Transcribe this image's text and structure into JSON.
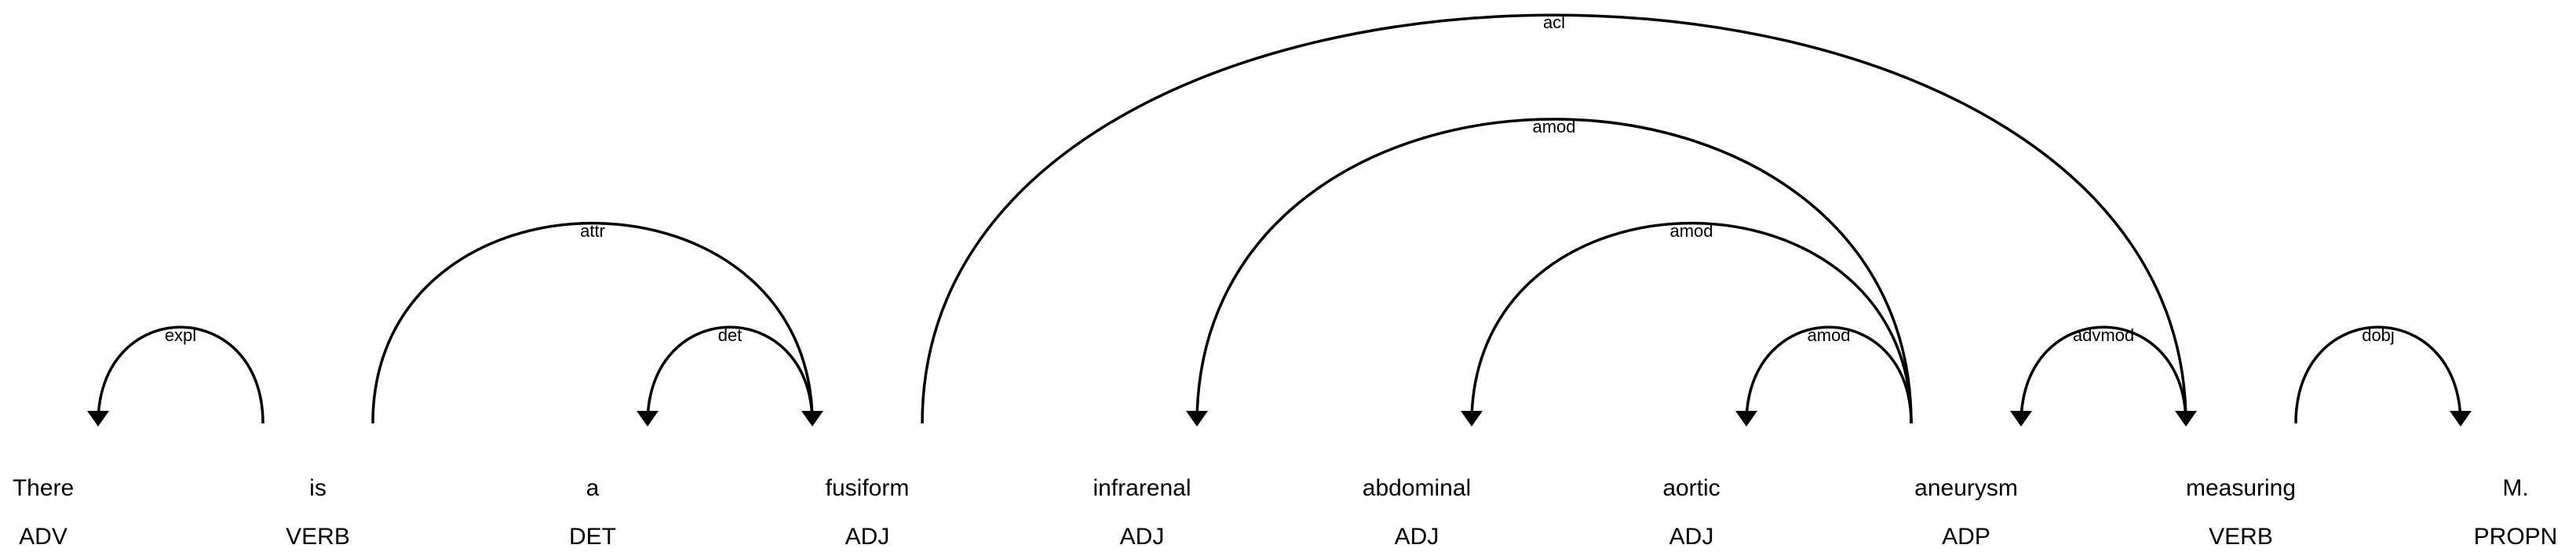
{
  "tokens": [
    {
      "text": "There",
      "tag": "ADV"
    },
    {
      "text": "is",
      "tag": "VERB"
    },
    {
      "text": "a",
      "tag": "DET"
    },
    {
      "text": "fusiform",
      "tag": "ADJ"
    },
    {
      "text": "infrarenal",
      "tag": "ADJ"
    },
    {
      "text": "abdominal",
      "tag": "ADJ"
    },
    {
      "text": "aortic",
      "tag": "ADJ"
    },
    {
      "text": "aneurysm",
      "tag": "ADP"
    },
    {
      "text": "measuring",
      "tag": "VERB"
    },
    {
      "text": "M.",
      "tag": "PROPN"
    }
  ],
  "arcs": [
    {
      "start": 0,
      "end": 1,
      "label": "expl",
      "dir": "left"
    },
    {
      "start": 1,
      "end": 3,
      "label": "attr",
      "dir": "right"
    },
    {
      "start": 2,
      "end": 3,
      "label": "det",
      "dir": "left"
    },
    {
      "start": 3,
      "end": 8,
      "label": "acl",
      "dir": "right"
    },
    {
      "start": 4,
      "end": 7,
      "label": "amod",
      "dir": "left"
    },
    {
      "start": 5,
      "end": 7,
      "label": "amod",
      "dir": "left"
    },
    {
      "start": 6,
      "end": 7,
      "label": "amod",
      "dir": "left"
    },
    {
      "start": 7,
      "end": 8,
      "label": "advmod",
      "dir": "left"
    },
    {
      "start": 8,
      "end": 9,
      "label": "dobj",
      "dir": "right"
    }
  ]
}
